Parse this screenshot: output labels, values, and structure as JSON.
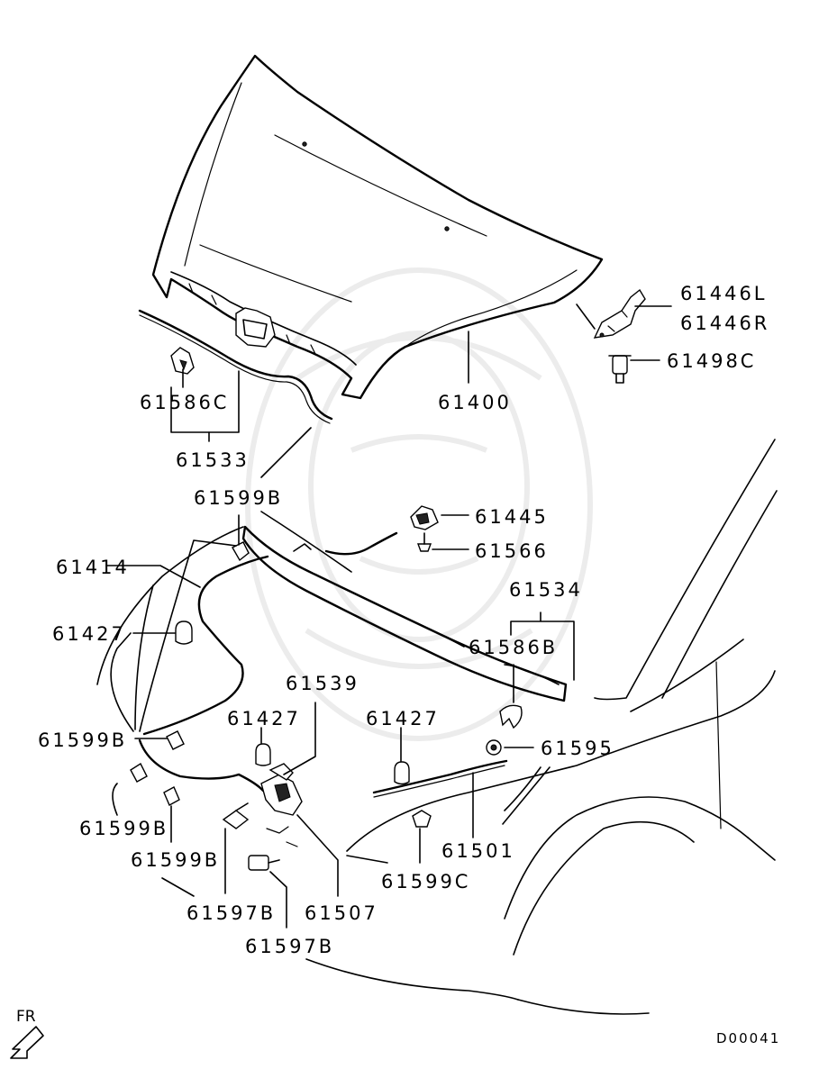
{
  "labels": {
    "l61400": "61400",
    "l61446L": "61446L",
    "l61446R": "61446R",
    "l61498C": "61498C",
    "l61586C": "61586C",
    "l61533": "61533",
    "l61599B_top": "61599B",
    "l61445": "61445",
    "l61566": "61566",
    "l61414": "61414",
    "l61534": "61534",
    "l61427_left": "61427",
    "l61586B": "61586B",
    "l61539": "61539",
    "l61427_mid": "61427",
    "l61427_right": "61427",
    "l61595": "61595",
    "l61599B_left": "61599B",
    "l61599B_lower1": "61599B",
    "l61599B_lower2": "61599B",
    "l61501": "61501",
    "l61599C": "61599C",
    "l61597B_1": "61597B",
    "l61507": "61507",
    "l61597B_2": "61597B"
  },
  "direction_label": "FR",
  "diagram_code": "D00041"
}
